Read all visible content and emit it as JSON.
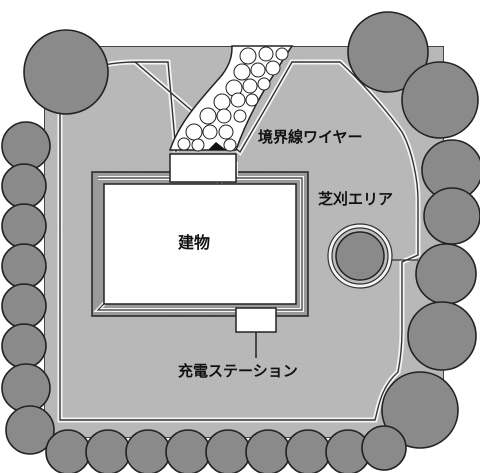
{
  "diagram": {
    "labels": {
      "boundary_wire": "境界線ワイヤー",
      "lawn_area": "芝刈エリア",
      "building": "建物",
      "charging_station": "充電ステーション"
    },
    "colors": {
      "lawn": "#bdbdbd",
      "wire": "#333333",
      "tree_fill": "#8a8a8a",
      "outline": "#222222",
      "building": "#ffffff",
      "path_stones": "#ffffff"
    }
  }
}
